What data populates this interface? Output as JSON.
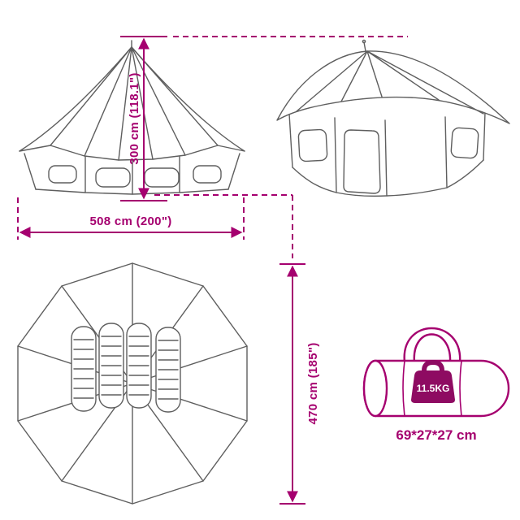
{
  "colors": {
    "accent": "#A5006F",
    "accent_dark": "#8E0B62",
    "line": "#5E5E5E",
    "bg": "#FFFFFF"
  },
  "front_view": {
    "height_label": "300 cm (118.1\")",
    "width_label": "508 cm (200\")"
  },
  "top_view": {
    "diameter_label": "470 cm (185\")"
  },
  "carry_bag": {
    "weight_label": "11.5KG",
    "size_label": "69*27*27 cm"
  }
}
